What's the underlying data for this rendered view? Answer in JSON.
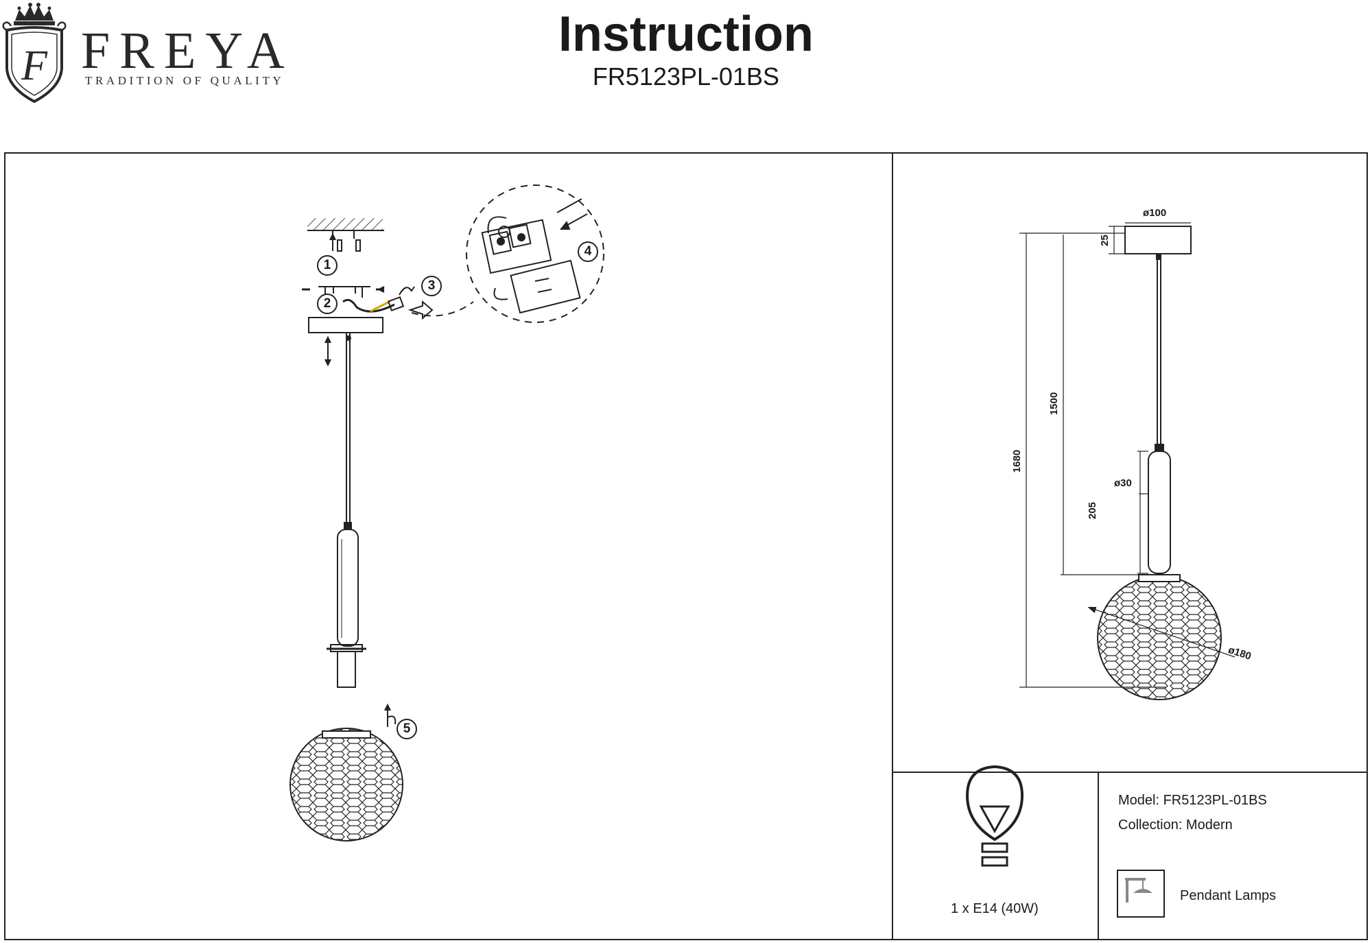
{
  "brand": {
    "name": "FREYA",
    "tagline": "TRADITION OF QUALITY",
    "monogram": "F"
  },
  "header": {
    "title": "Instruction",
    "model": "FR5123PL-01BS"
  },
  "steps": [
    "1",
    "2",
    "3",
    "4",
    "5"
  ],
  "dimensions": {
    "canopy_diameter": "ø100",
    "canopy_height": "25",
    "total_height": "1680",
    "cable_length": "1500",
    "holder_height": "205",
    "holder_diameter": "ø30",
    "shade_diameter": "ø180"
  },
  "specs": {
    "bulb": "1 x E14 (40W)",
    "model_line": "Model: FR5123PL-01BS",
    "collection_line": "Collection: Modern",
    "type": "Pendant Lamps"
  },
  "icons": {
    "bulb": "light-bulb-icon",
    "type": "pendant-lamp-icon",
    "logo": "crown-crest-icon"
  }
}
